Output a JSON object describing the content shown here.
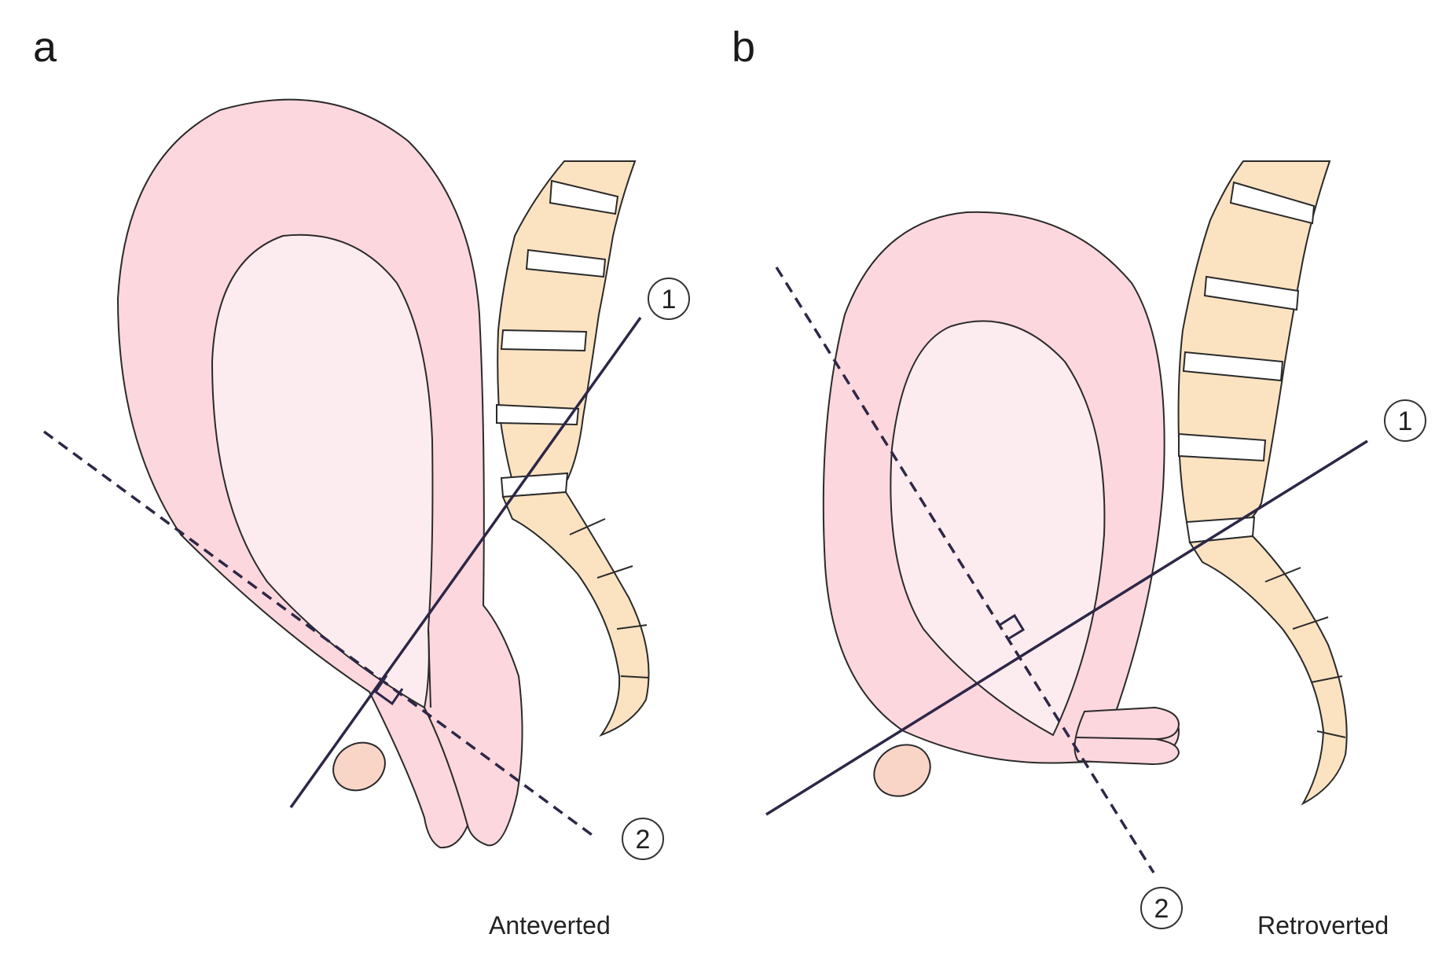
{
  "panels": [
    {
      "letter": "a",
      "caption": "Anteverted",
      "marker_1": "1",
      "marker_2": "2"
    },
    {
      "letter": "b",
      "caption": "Retroverted",
      "marker_1": "1",
      "marker_2": "2"
    }
  ],
  "colors": {
    "uterus_wall": "#fdd7de",
    "uterus_cavity": "#fdecef",
    "spine_bone": "#fbe3c2",
    "axis_line": "#2d2747",
    "pubic_bone": "#f9d5c8"
  }
}
